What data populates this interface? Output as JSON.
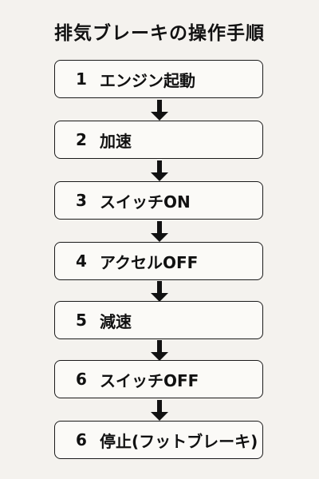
{
  "title": "排気ブレーキの操作手順",
  "steps": [
    {
      "number": "1",
      "label": "エンジン起動"
    },
    {
      "number": "2",
      "label": "加速"
    },
    {
      "number": "3",
      "label": "スイッチON"
    },
    {
      "number": "4",
      "label": "アクセルOFF"
    },
    {
      "number": "5",
      "label": "減速"
    },
    {
      "number": "6",
      "label": "スイッチOFF"
    },
    {
      "number": "6",
      "label": "停止(フットブレーキ)"
    }
  ]
}
